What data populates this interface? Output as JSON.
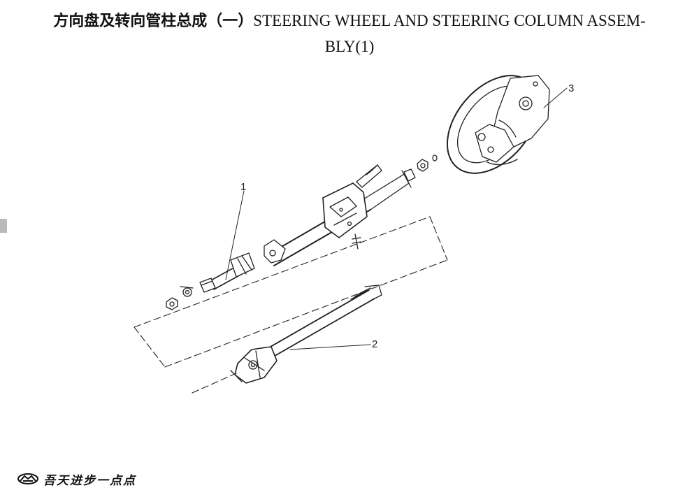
{
  "document": {
    "title_zh": "方向盘及转向管柱总成（一）",
    "title_en_line1": "STEERING WHEEL AND STEERING COLUMN ASSEM-",
    "title_en_line2": "BLY(1)"
  },
  "diagram": {
    "callouts": [
      {
        "id": "1",
        "label": "1"
      },
      {
        "id": "2",
        "label": "2"
      },
      {
        "id": "3",
        "label": "3"
      }
    ]
  },
  "footer": {
    "brand": "吾天进步一点点",
    "logo_icon": "car-brand-logo-icon"
  }
}
